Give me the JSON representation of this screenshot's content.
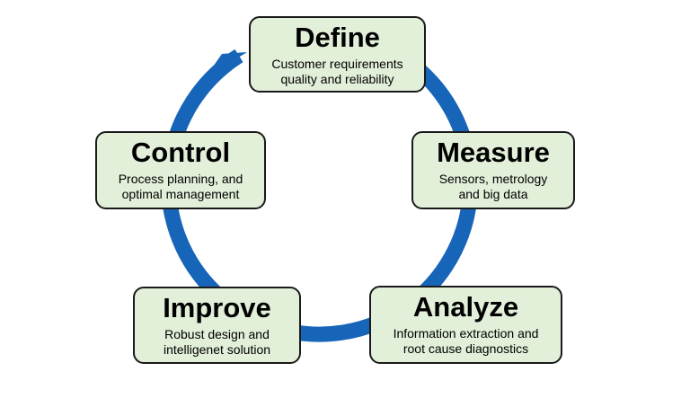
{
  "diagram": {
    "arrow_color": "#1765b8",
    "box_fill": "#e2efd9",
    "box_border": "#1a1a1a",
    "stages": [
      {
        "id": "define",
        "title": "Define",
        "description": "Customer requirements\nquality and reliability"
      },
      {
        "id": "measure",
        "title": "Measure",
        "description": "Sensors, metrology\nand big data"
      },
      {
        "id": "analyze",
        "title": "Analyze",
        "description": "Information extraction and\nroot cause diagnostics"
      },
      {
        "id": "improve",
        "title": "Improve",
        "description": "Robust design and\nintelligenet solution"
      },
      {
        "id": "control",
        "title": "Control",
        "description": "Process planning, and\noptimal management"
      }
    ]
  }
}
